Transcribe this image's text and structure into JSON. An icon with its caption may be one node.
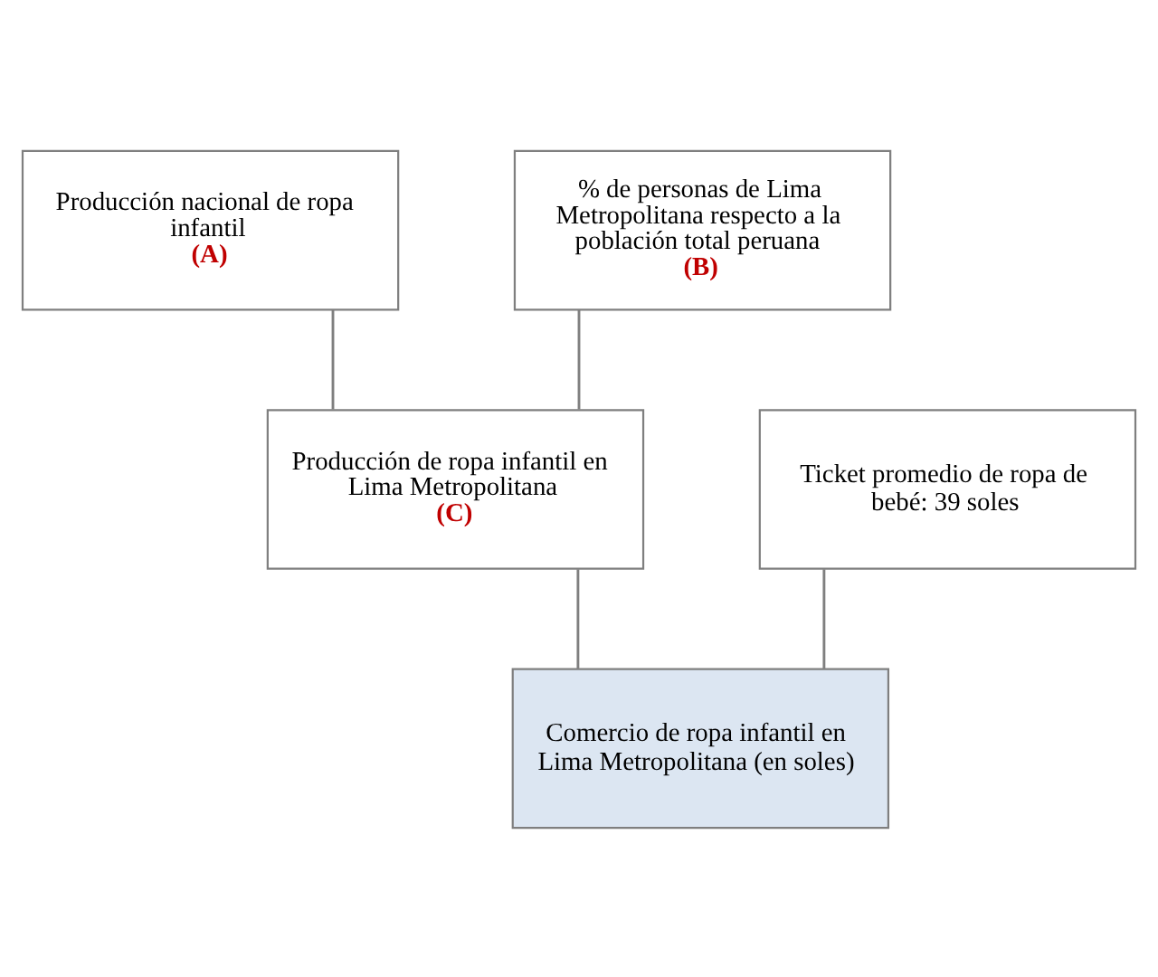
{
  "diagram": {
    "nodes": [
      {
        "text": [
          "Producción nacional de ropa infantil",
          "(A)"
        ]
      },
      {
        "text": [
          "% de personas de Lima Metropolitana respecto a la población total peruana",
          "(B)"
        ]
      },
      {
        "text": [
          "Producción de ropa infantil en Lima Metropolitana",
          "(C)"
        ]
      },
      {
        "text": [
          "Ticket promedio de ropa de bebé: 39 soles"
        ]
      },
      {
        "text": [
          "Comercio de ropa infantil en Lima Metropolitana (en soles)"
        ]
      }
    ],
    "edges": [
      {
        "from": 0,
        "to": 2,
        "arrow": "none"
      },
      {
        "from": 1,
        "to": 2,
        "arrow": "none"
      },
      {
        "from": 2,
        "to": 4,
        "arrow": "none"
      },
      {
        "from": 3,
        "to": 4,
        "arrow": "none"
      }
    ]
  }
}
